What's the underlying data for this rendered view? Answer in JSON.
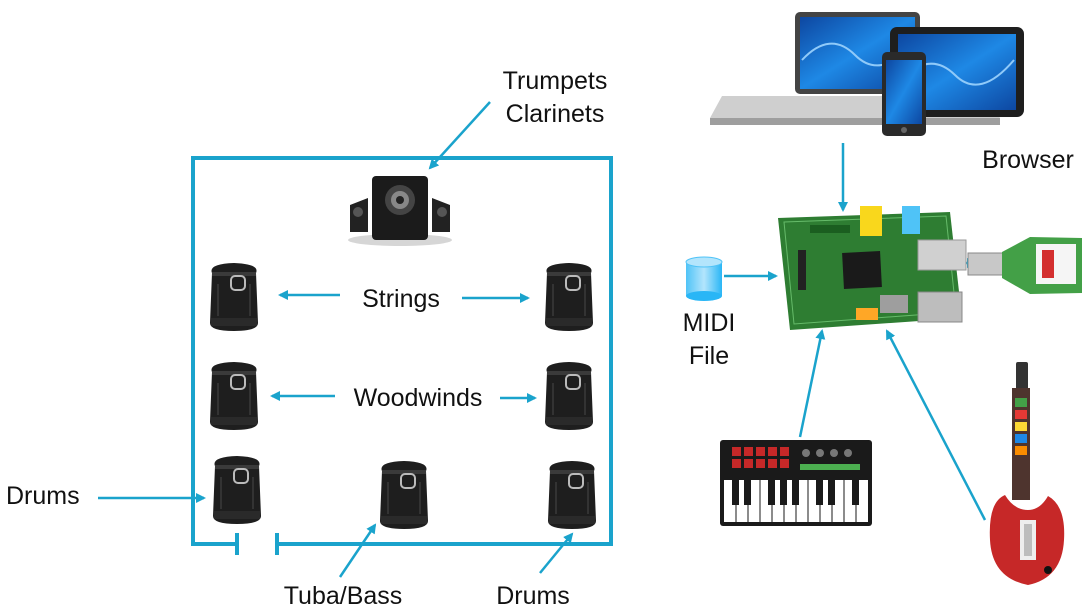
{
  "labels": {
    "trumpets": "Trumpets",
    "clarinets": "Clarinets",
    "strings": "Strings",
    "woodwinds": "Woodwinds",
    "drums_left": "Drums",
    "tuba_bass": "Tuba/Bass",
    "drums_bottom": "Drums",
    "browser": "Browser",
    "midi_line1": "MIDI",
    "midi_line2": "File"
  },
  "colors": {
    "line": "#1aa3cc",
    "speaker": "#1c1c1c",
    "board": "#2e7d32",
    "cylinder": "#29b6f6",
    "guitar": "#c62828"
  },
  "icons": [
    "subwoofer-icon",
    "speaker-icon",
    "laptop-icon",
    "tablet-icon",
    "phone-icon",
    "raspberry-pi-icon",
    "file-cylinder-icon",
    "usb-dongle-icon",
    "midi-keyboard-icon",
    "guitar-controller-icon"
  ]
}
